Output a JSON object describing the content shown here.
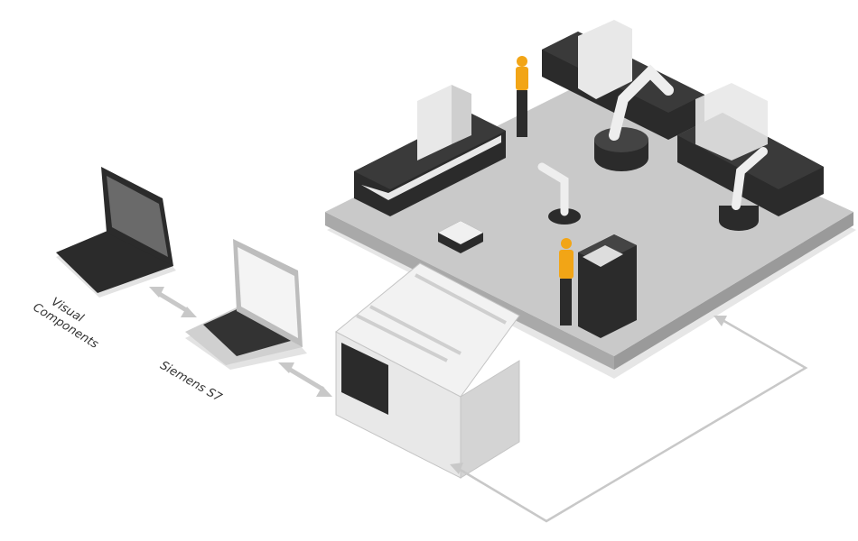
{
  "labels": {
    "visual_components_line1": "Visual",
    "visual_components_line2": "Components",
    "siemens": "Siemens S7"
  },
  "colors": {
    "floor_top": "#c9c9c9",
    "floor_edge": "#a9a9a9",
    "machine_dark": "#2b2b2b",
    "plc_body": "#e4e4e4",
    "worker_vest": "#f2a516",
    "arrow": "#c8c8c8"
  }
}
